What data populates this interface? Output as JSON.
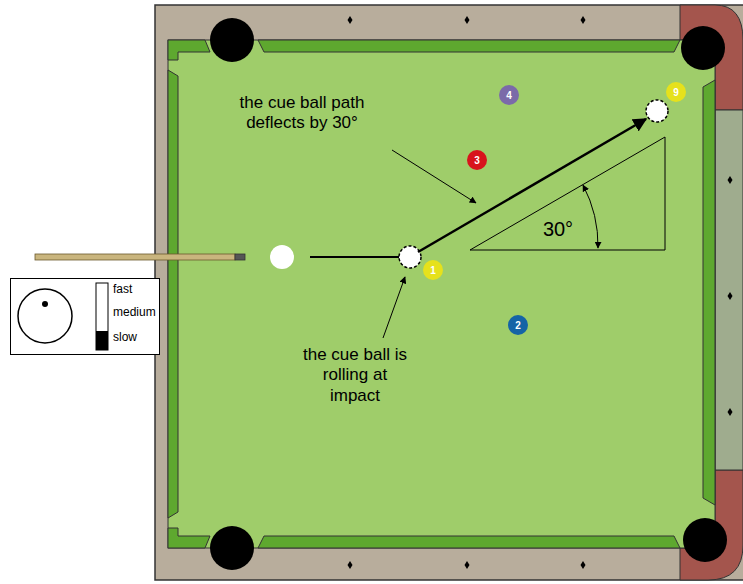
{
  "diagram": {
    "nodes": [
      {
        "text": [
          "4"
        ]
      },
      {
        "text": [
          "9"
        ]
      },
      {
        "text": [
          "3"
        ]
      },
      {
        "text": [
          "1"
        ]
      },
      {
        "text": [
          "fast",
          "medium",
          "slow"
        ]
      },
      {
        "text": [
          "2"
        ]
      }
    ],
    "labels": [
      "the cue ball path deflects by 30°",
      "30°",
      "the cue ball is rolling at impact"
    ]
  }
}
